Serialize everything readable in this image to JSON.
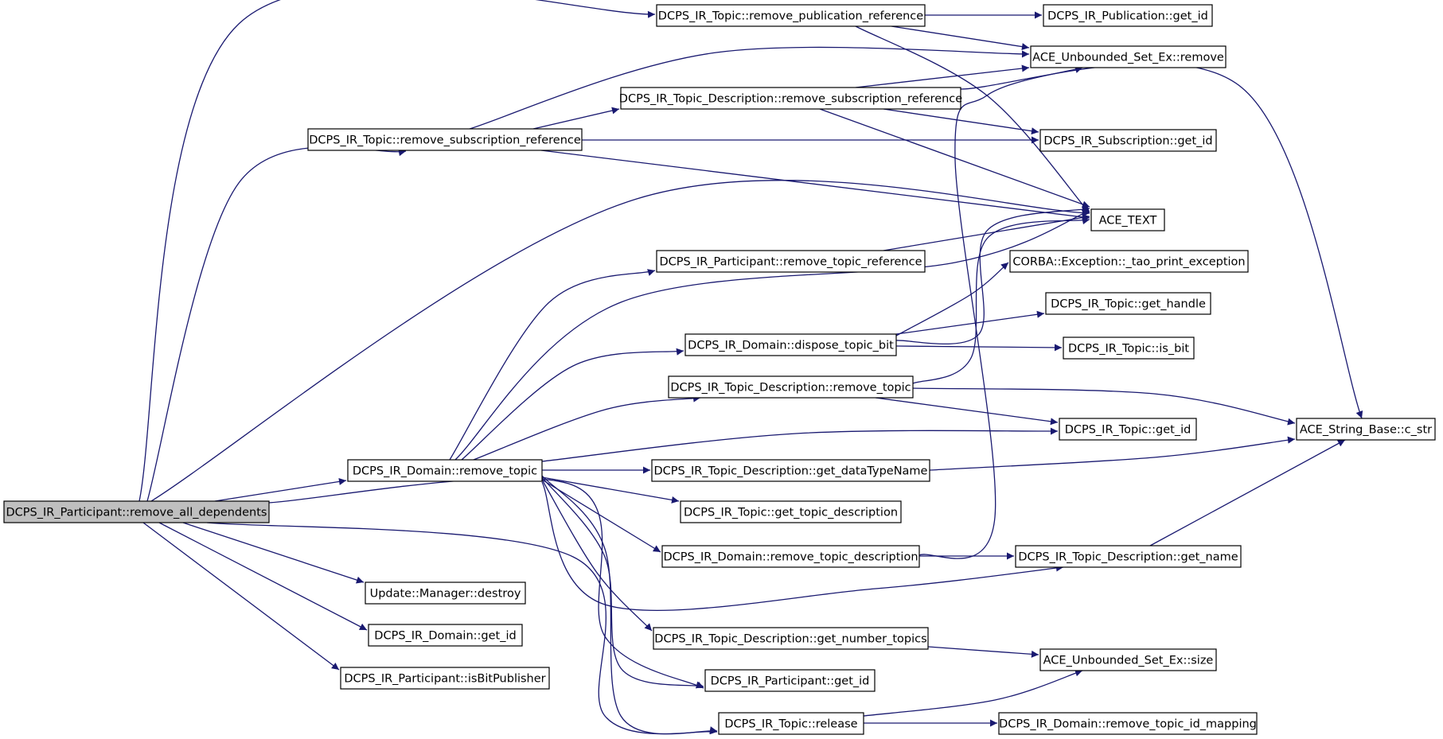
{
  "diagram": {
    "type": "call-graph",
    "colors": {
      "edge": "#191970",
      "root_fill": "#bfbfbf",
      "node_fill": "#ffffff",
      "node_stroke": "#000000"
    },
    "nodes": {
      "root": "DCPS_IR_Participant::remove_all_dependents",
      "domain_remove_topic": "DCPS_IR_Domain::remove_topic",
      "update_destroy": "Update::Manager::destroy",
      "domain_get_id": "DCPS_IR_Domain::get_id",
      "participant_isbit": "DCPS_IR_Participant::isBitPublisher",
      "topic_remove_pub_ref": "DCPS_IR_Topic::remove_publication_reference",
      "publication_get_id": "DCPS_IR_Publication::get_id",
      "unbounded_remove": "ACE_Unbounded_Set_Ex::remove",
      "td_remove_sub_ref": "DCPS_IR_Topic_Description::remove_subscription_reference",
      "topic_remove_sub_ref": "DCPS_IR_Topic::remove_subscription_reference",
      "subscription_get_id": "DCPS_IR_Subscription::get_id",
      "ace_text": "ACE_TEXT",
      "participant_remove_topic_ref": "DCPS_IR_Participant::remove_topic_reference",
      "corba_exception": "CORBA::Exception::_tao_print_exception",
      "topic_get_handle": "DCPS_IR_Topic::get_handle",
      "domain_dispose_topic_bit": "DCPS_IR_Domain::dispose_topic_bit",
      "topic_is_bit": "DCPS_IR_Topic::is_bit",
      "td_remove_topic": "DCPS_IR_Topic_Description::remove_topic",
      "topic_get_id": "DCPS_IR_Topic::get_id",
      "string_c_str": "ACE_String_Base::c_str",
      "td_get_datatypename": "DCPS_IR_Topic_Description::get_dataTypeName",
      "topic_get_topic_description": "DCPS_IR_Topic::get_topic_description",
      "domain_remove_topic_description": "DCPS_IR_Domain::remove_topic_description",
      "td_get_name": "DCPS_IR_Topic_Description::get_name",
      "td_get_number_topics": "DCPS_IR_Topic_Description::get_number_topics",
      "unbounded_size": "ACE_Unbounded_Set_Ex::size",
      "participant_get_id": "DCPS_IR_Participant::get_id",
      "topic_release": "DCPS_IR_Topic::release",
      "domain_remove_topic_id_mapping": "DCPS_IR_Domain::remove_topic_id_mapping"
    },
    "edges": [
      [
        "root",
        "topic_remove_pub_ref"
      ],
      [
        "root",
        "topic_remove_sub_ref"
      ],
      [
        "root",
        "ace_text"
      ],
      [
        "root",
        "domain_remove_topic"
      ],
      [
        "root",
        "update_destroy"
      ],
      [
        "root",
        "domain_get_id"
      ],
      [
        "root",
        "participant_isbit"
      ],
      [
        "root",
        "participant_get_id"
      ],
      [
        "root",
        "topic_release"
      ],
      [
        "topic_remove_pub_ref",
        "publication_get_id"
      ],
      [
        "topic_remove_pub_ref",
        "unbounded_remove"
      ],
      [
        "topic_remove_pub_ref",
        "ace_text"
      ],
      [
        "topic_remove_sub_ref",
        "unbounded_remove"
      ],
      [
        "topic_remove_sub_ref",
        "td_remove_sub_ref"
      ],
      [
        "topic_remove_sub_ref",
        "subscription_get_id"
      ],
      [
        "topic_remove_sub_ref",
        "ace_text"
      ],
      [
        "td_remove_sub_ref",
        "unbounded_remove"
      ],
      [
        "td_remove_sub_ref",
        "subscription_get_id"
      ],
      [
        "td_remove_sub_ref",
        "ace_text"
      ],
      [
        "td_remove_sub_ref",
        "string_c_str"
      ],
      [
        "participant_remove_topic_ref",
        "ace_text"
      ],
      [
        "domain_remove_topic",
        "participant_remove_topic_ref"
      ],
      [
        "domain_remove_topic",
        "ace_text"
      ],
      [
        "domain_remove_topic",
        "domain_dispose_topic_bit"
      ],
      [
        "domain_remove_topic",
        "td_remove_topic"
      ],
      [
        "domain_remove_topic",
        "topic_get_id"
      ],
      [
        "domain_remove_topic",
        "td_get_datatypename"
      ],
      [
        "domain_remove_topic",
        "topic_get_topic_description"
      ],
      [
        "domain_remove_topic",
        "domain_remove_topic_description"
      ],
      [
        "domain_remove_topic",
        "td_get_name"
      ],
      [
        "domain_remove_topic",
        "td_get_number_topics"
      ],
      [
        "domain_remove_topic",
        "participant_get_id"
      ],
      [
        "domain_remove_topic",
        "topic_release"
      ],
      [
        "domain_dispose_topic_bit",
        "ace_text"
      ],
      [
        "domain_dispose_topic_bit",
        "corba_exception"
      ],
      [
        "domain_dispose_topic_bit",
        "topic_get_handle"
      ],
      [
        "domain_dispose_topic_bit",
        "topic_is_bit"
      ],
      [
        "td_remove_topic",
        "ace_text"
      ],
      [
        "td_remove_topic",
        "topic_get_id"
      ],
      [
        "td_remove_topic",
        "string_c_str"
      ],
      [
        "td_get_datatypename",
        "string_c_str"
      ],
      [
        "domain_remove_topic_description",
        "unbounded_remove"
      ],
      [
        "domain_remove_topic_description",
        "td_get_name"
      ],
      [
        "td_get_name",
        "string_c_str"
      ],
      [
        "td_get_number_topics",
        "unbounded_size"
      ],
      [
        "topic_release",
        "unbounded_size"
      ],
      [
        "topic_release",
        "domain_remove_topic_id_mapping"
      ]
    ]
  }
}
